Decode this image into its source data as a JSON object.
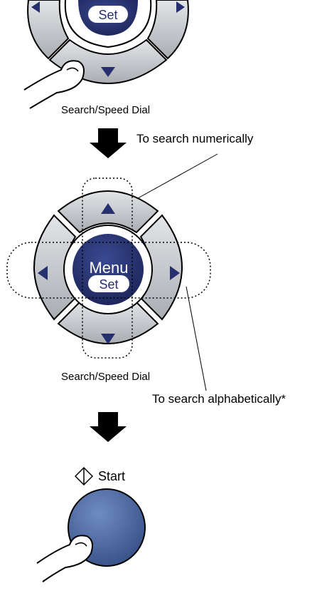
{
  "top_panel": {
    "center_label": "Set",
    "caption": "Search/Speed Dial"
  },
  "middle_panel": {
    "center_top_label": "Menu",
    "center_bottom_label": "Set",
    "caption": "Search/Speed Dial",
    "callout_numeric": "To search numerically",
    "callout_alpha": "To search alphabetically*"
  },
  "start_panel": {
    "start_label": "Start",
    "start_symbol": "start-diamond-icon"
  },
  "colors": {
    "navy": "#26306e",
    "key_gray": "#c9ccd0",
    "key_dark": "#7f8388",
    "start_blue": "#4f6ea5",
    "arrow_black": "#000000"
  }
}
